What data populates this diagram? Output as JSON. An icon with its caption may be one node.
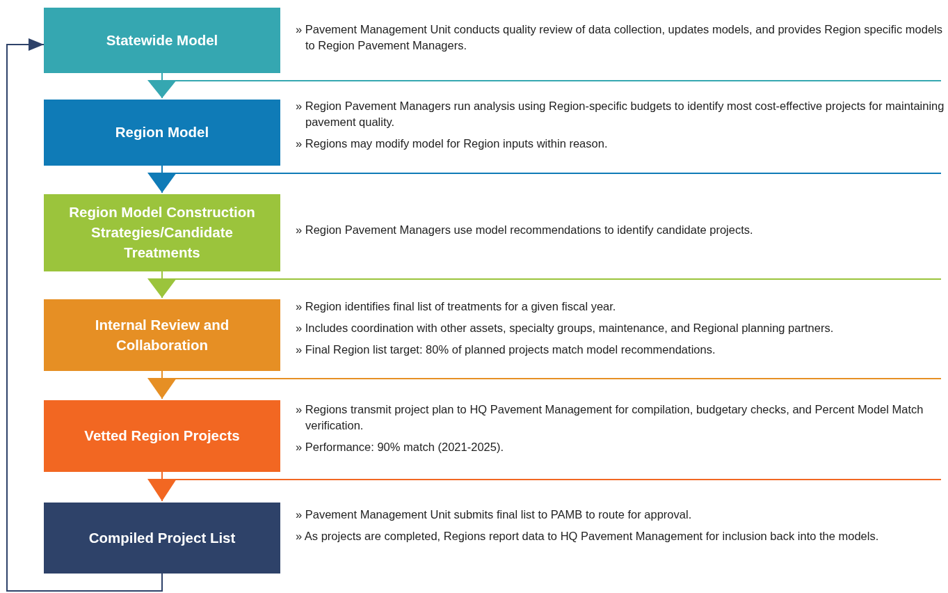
{
  "diagram": {
    "nodes": [
      {
        "text": [
          "Statewide Model"
        ],
        "beside": [
          "» Pavement Management Unit conducts quality review of data collection, updates models, and provides Region specific models to Region Pavement Managers."
        ]
      },
      {
        "text": [
          "Region Model"
        ],
        "beside": [
          "» Region Pavement Managers run analysis using Region-specific budgets to identify most cost-effective projects for maintaining pavement quality.",
          "» Regions may modify model for Region inputs within reason."
        ]
      },
      {
        "text": [
          "Region Model Construction Strategies/Candidate Treatments"
        ],
        "beside": [
          "» Region Pavement Managers use model recommendations to identify candidate projects."
        ]
      },
      {
        "text": [
          "Internal Review and Collaboration"
        ],
        "beside": [
          "» Region identifies final list of treatments for a given fiscal year.",
          "» Includes coordination with other assets, specialty groups, maintenance, and Regional planning partners.",
          "» Final Region list target: 80% of planned projects match model recommendations."
        ]
      },
      {
        "text": [
          "Vetted Region Projects"
        ],
        "beside": [
          "» Regions transmit project plan to HQ Pavement Management for compilation, budgetary checks, and Percent Model Match verification.",
          "» Performance: 90% match (2021-2025)."
        ]
      },
      {
        "text": [
          "Compiled Project List"
        ],
        "beside": [
          "» Pavement Management Unit submits final list to PAMB to route for approval.",
          "» As projects are completed, Regions report data to HQ Pavement Management for inclusion back into the models."
        ]
      }
    ],
    "edges": [
      {
        "from": 0,
        "to": 1,
        "arrow": "to",
        "color": "#35a7b1"
      },
      {
        "from": 1,
        "to": 2,
        "arrow": "to",
        "color": "#0f7bb7"
      },
      {
        "from": 2,
        "to": 3,
        "arrow": "to",
        "color": "#9bc43c"
      },
      {
        "from": 3,
        "to": 4,
        "arrow": "to",
        "color": "#e68f24"
      },
      {
        "from": 4,
        "to": 5,
        "arrow": "to",
        "color": "#f26722"
      },
      {
        "from": 5,
        "to": 0,
        "arrow": "to",
        "color": "#2e4269"
      }
    ]
  }
}
